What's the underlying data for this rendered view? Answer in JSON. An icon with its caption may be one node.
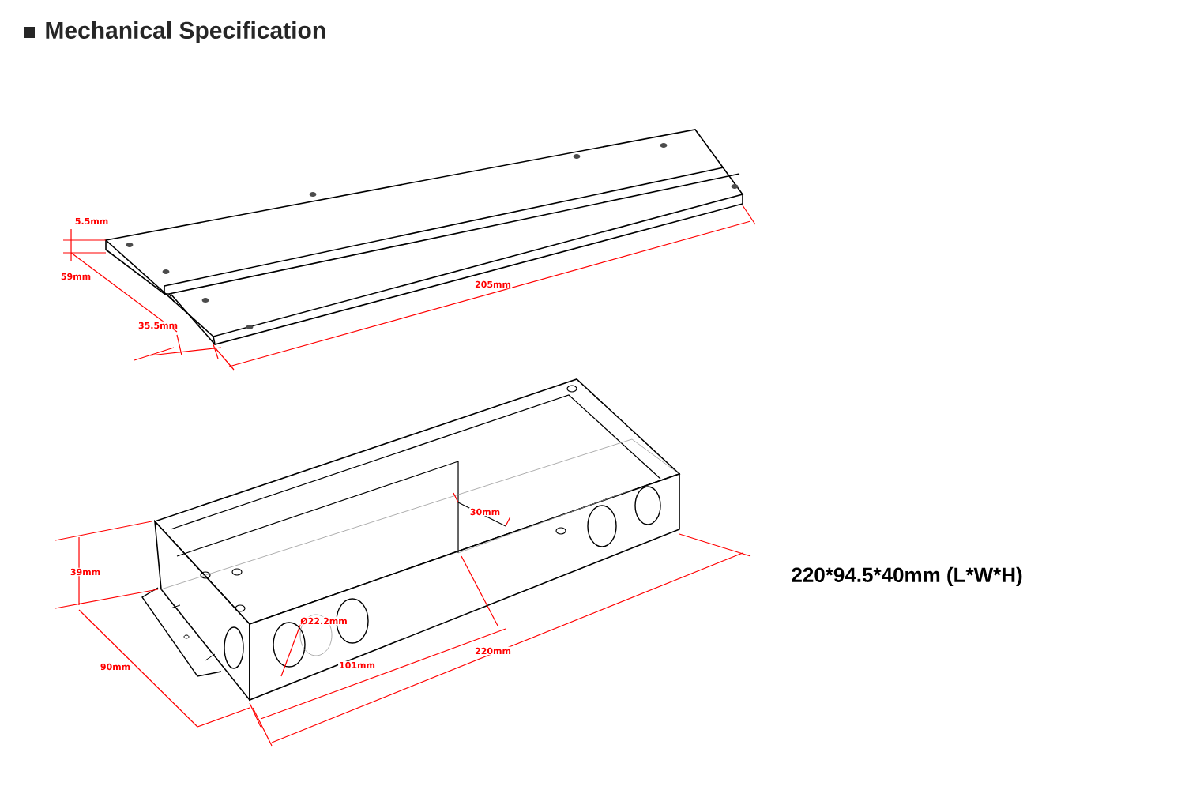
{
  "diagram": {
    "title": "Mechanical Specification",
    "labels": [
      "5.5mm",
      "59mm",
      "205mm",
      "35.5mm",
      "30mm",
      "39mm",
      "220*94.5*40mm (L*W*H)",
      "Ø22.2mm",
      "220mm",
      "101mm",
      "90mm"
    ]
  }
}
